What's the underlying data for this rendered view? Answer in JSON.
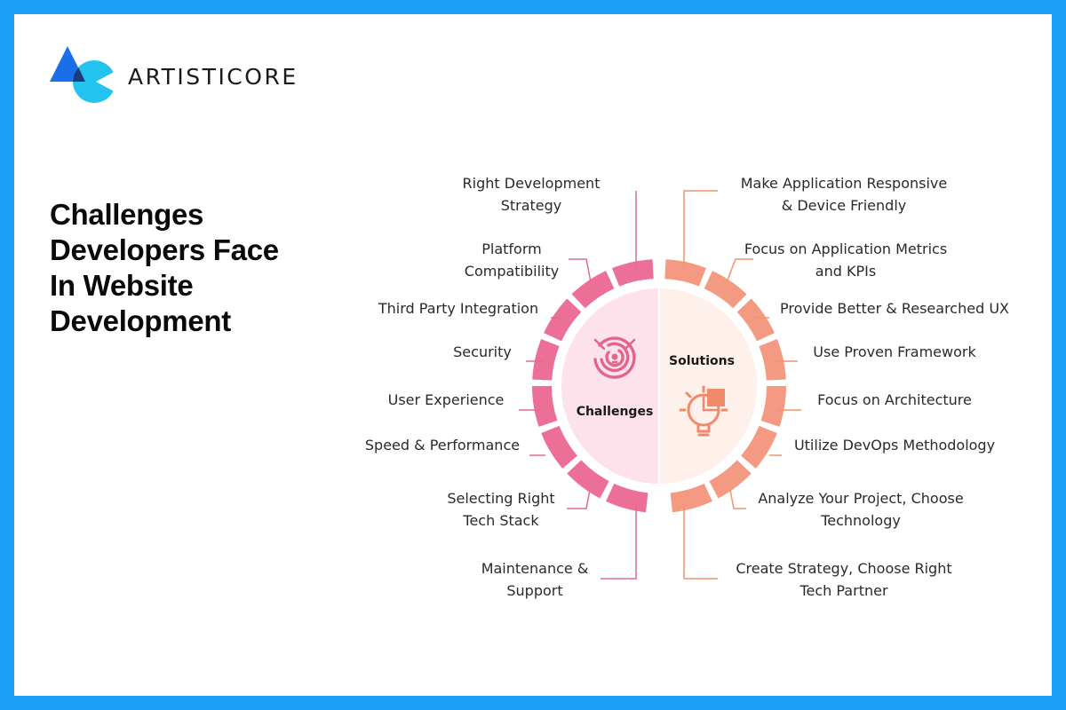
{
  "brand": {
    "name": "ARTISTICORE"
  },
  "title": [
    "Challenges",
    "Developers Face",
    "In Website",
    "Development"
  ],
  "center": {
    "left_label": "Challenges",
    "right_label": "Solutions"
  },
  "colors": {
    "frame": "#1aa1f5",
    "challenge_ring": "#ec6f97",
    "solution_ring": "#f59a82",
    "challenge_fill": "#fde6ed",
    "solution_fill": "#fef0ea",
    "challenge_line": "#e26a8f",
    "solution_line": "#f2926f"
  },
  "challenges": [
    [
      "Right Development",
      "Strategy"
    ],
    [
      "Platform",
      "Compatibility"
    ],
    [
      "Third Party Integration"
    ],
    [
      "Security"
    ],
    [
      "User Experience"
    ],
    [
      "Speed & Performance"
    ],
    [
      "Selecting Right",
      "Tech Stack"
    ],
    [
      "Maintenance &",
      "Support"
    ]
  ],
  "solutions": [
    [
      "Make Application Responsive",
      "& Device Friendly"
    ],
    [
      "Focus on Application Metrics",
      "and KPIs"
    ],
    [
      "Provide Better & Researched UX"
    ],
    [
      "Use Proven Framework"
    ],
    [
      "Focus on Architecture"
    ],
    [
      "Utilize DevOps Methodology"
    ],
    [
      "Analyze Your Project, Choose",
      "Technology"
    ],
    [
      "Create Strategy, Choose Right",
      "Tech Partner"
    ]
  ],
  "icons": {
    "challenge_icon": "maze-lightbulb-icon",
    "solution_icon": "puzzle-lightbulb-icon",
    "logo_icon": "triangle-circle-logo-icon"
  }
}
